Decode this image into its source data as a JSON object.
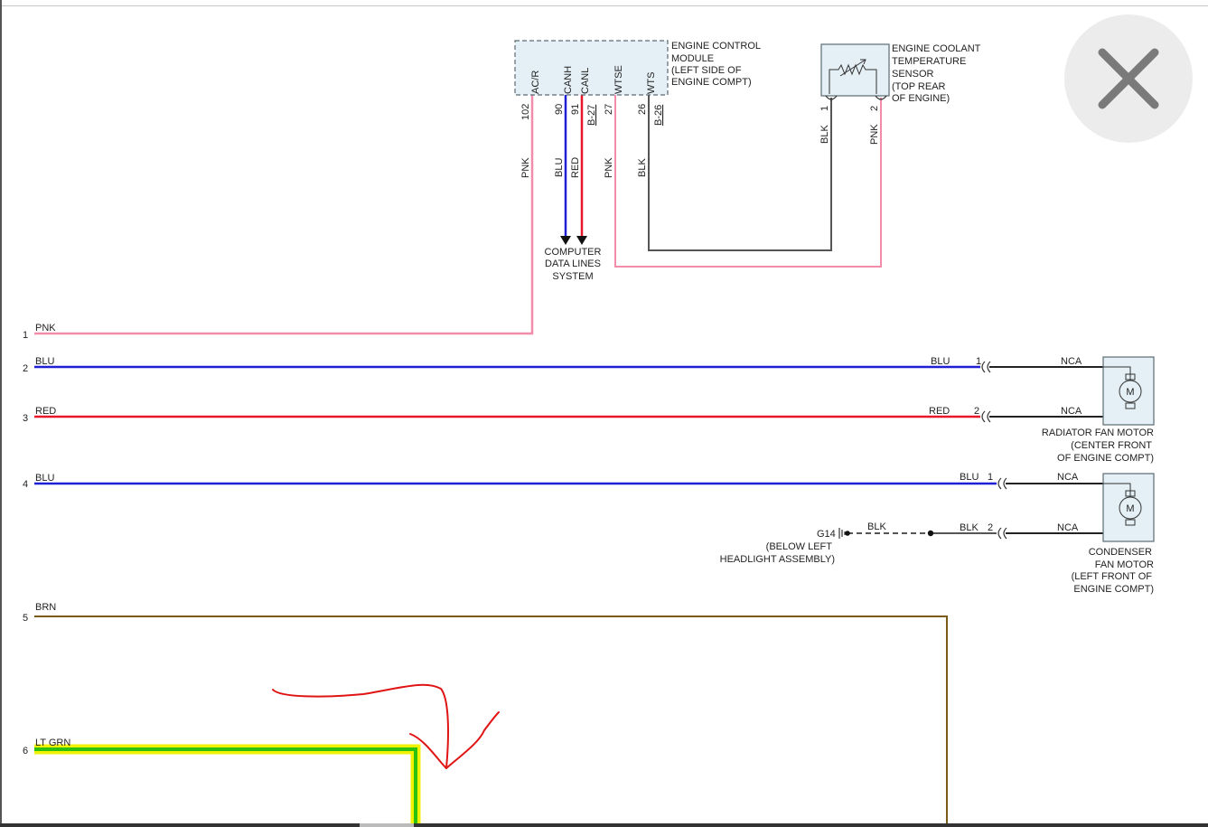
{
  "colors": {
    "pink": "#f28cab",
    "blue": "#1f1fd6",
    "red": "#e8162b",
    "black": "#333333",
    "brown": "#7a5a14",
    "ltgrn": "#2bc10e",
    "yellow": "#f2f200",
    "module_fill": "#e4f0f6",
    "module_stroke": "#5a6a72",
    "annotation": "#e11414"
  },
  "ecm": {
    "label_lines": [
      "ENGINE CONTROL",
      "MODULE",
      "(LEFT SIDE OF",
      "ENGINE COMPT)"
    ],
    "pins": [
      {
        "name": "AC/R",
        "number": "102",
        "wire": "PNK"
      },
      {
        "name": "CANH",
        "number": "90",
        "wire": "BLU"
      },
      {
        "name": "CANL",
        "number": "91",
        "wire": "RED",
        "connector": "B-27"
      },
      {
        "name": "WTSE",
        "number": "27",
        "wire": "PNK"
      },
      {
        "name": "WTS",
        "number": "26",
        "wire": "BLK",
        "connector": "B-26"
      }
    ]
  },
  "sensor": {
    "label_lines": [
      "ENGINE COOLANT",
      "TEMPERATURE",
      "SENSOR",
      "(TOP REAR",
      "OF ENGINE)"
    ],
    "pins": [
      {
        "number": "1",
        "wire": "BLK"
      },
      {
        "number": "2",
        "wire": "PNK"
      }
    ]
  },
  "data_lines": {
    "label_lines": [
      "COMPUTER",
      "DATA LINES",
      "SYSTEM"
    ]
  },
  "left_wires": [
    {
      "number": "1",
      "color": "PNK"
    },
    {
      "number": "2",
      "color": "BLU"
    },
    {
      "number": "3",
      "color": "RED"
    },
    {
      "number": "4",
      "color": "BLU"
    },
    {
      "number": "5",
      "color": "BRN"
    },
    {
      "number": "6",
      "color": "LT GRN"
    }
  ],
  "radiator_fan": {
    "label_lines": [
      "RADIATOR FAN MOTOR",
      "(CENTER FRONT",
      "OF ENGINE COMPT)"
    ],
    "pins": [
      {
        "number": "1",
        "wire_in": "BLU",
        "wire_out": "NCA"
      },
      {
        "number": "2",
        "wire_in": "RED",
        "wire_out": "NCA"
      }
    ],
    "motor_symbol": "M"
  },
  "condenser_fan": {
    "label_lines": [
      "CONDENSER",
      "FAN MOTOR",
      "(LEFT FRONT OF",
      "ENGINE COMPT)"
    ],
    "pins": [
      {
        "number": "1",
        "wire_in": "BLU",
        "wire_out": "NCA"
      },
      {
        "number": "2",
        "wire_in": "BLK",
        "wire_out": "NCA"
      }
    ],
    "motor_symbol": "M"
  },
  "ground": {
    "id": "G14",
    "label_lines": [
      "(BELOW LEFT",
      "HEADLIGHT ASSEMBLY)"
    ],
    "wire": "BLK"
  },
  "close_button": {
    "icon": "close-x-icon"
  }
}
